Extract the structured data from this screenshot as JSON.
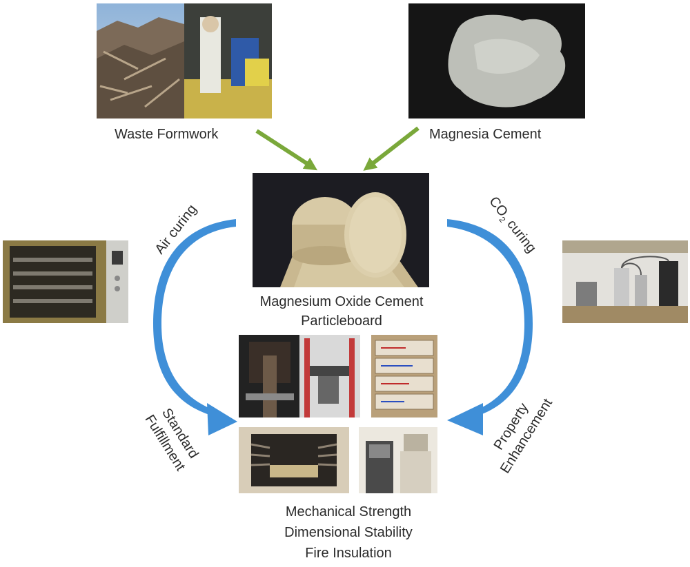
{
  "labels": {
    "waste_formwork": "Waste Formwork",
    "magnesia_cement": "Magnesia Cement",
    "board_line1": "Magnesium Oxide Cement",
    "board_line2": "Particleboard",
    "air_curing": "Air curing",
    "co2_prefix": "CO",
    "co2_sub": "2",
    "co2_suffix": " curing",
    "standard_line1": "Standard",
    "standard_line2": "Fulfillment",
    "property_line1": "Property",
    "property_line2": "Enhancement",
    "outcome_line1": "Mechanical Strength",
    "outcome_line2": "Dimensional Stability",
    "outcome_line3": "Fire Insulation"
  },
  "colors": {
    "input_arrow": "#7aa83a",
    "curing_arrow": "#3f8fd8"
  }
}
